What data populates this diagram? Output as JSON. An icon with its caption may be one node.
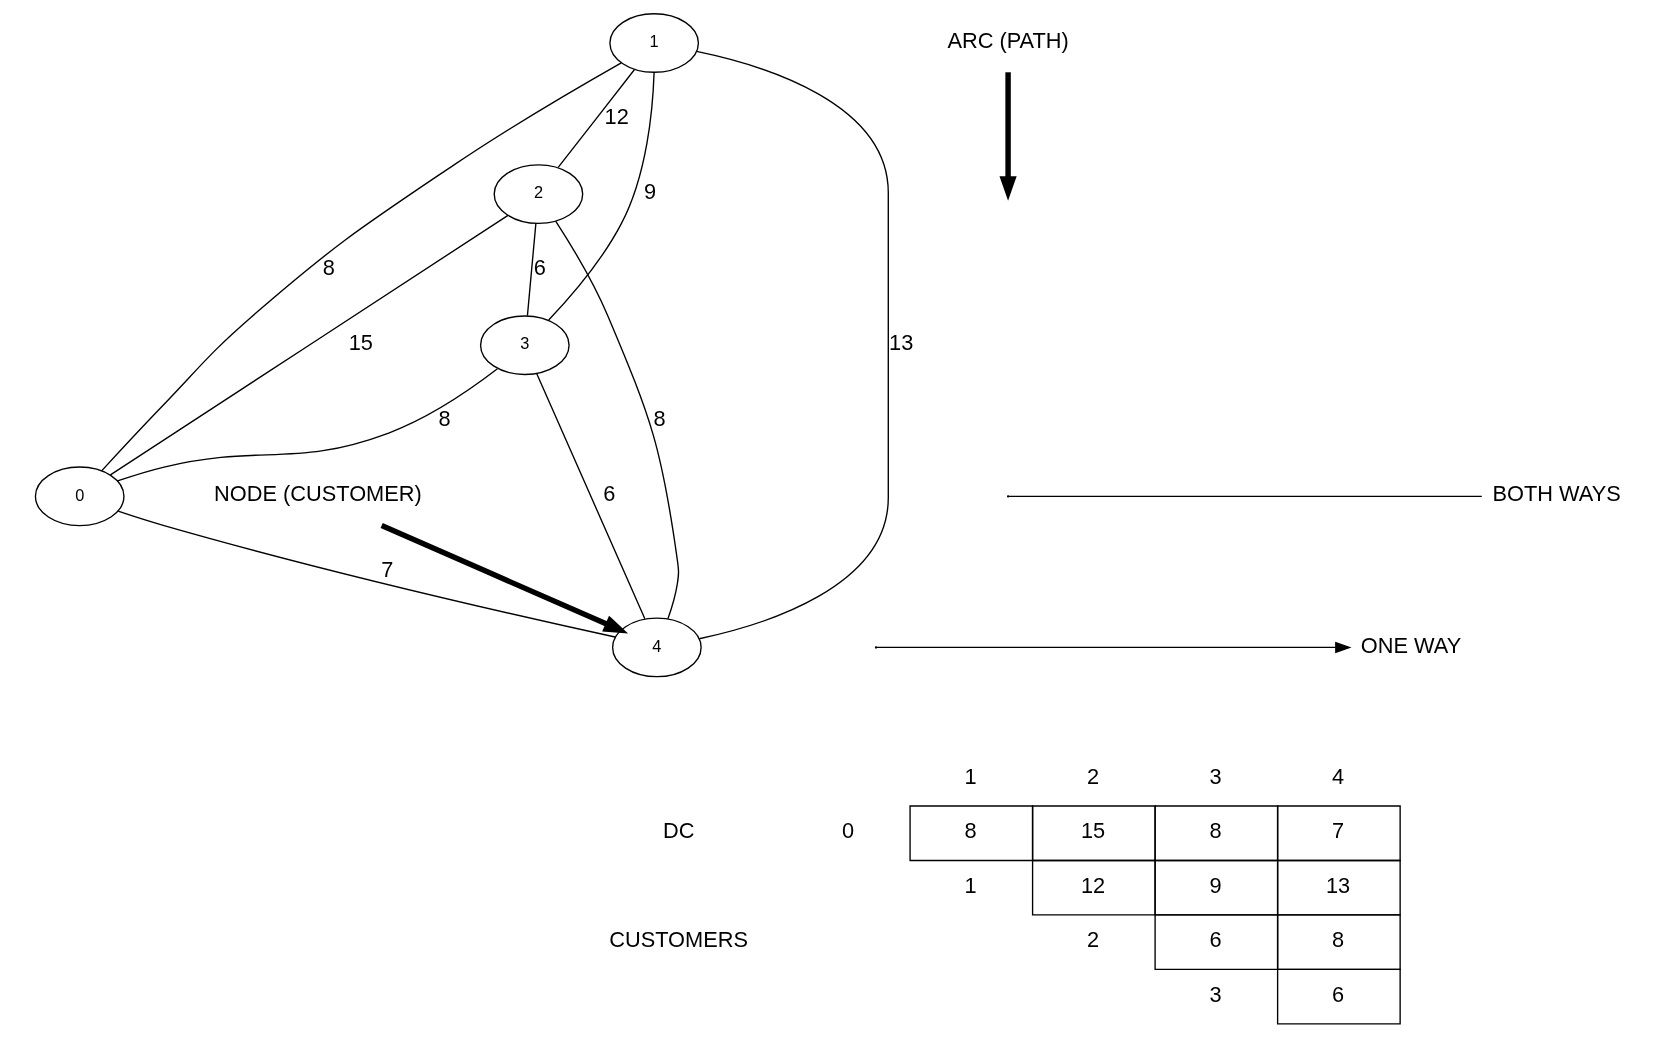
{
  "diagram": {
    "nodes": [
      {
        "text": [
          "2"
        ]
      },
      {
        "text": [
          "ARC (PATH)"
        ]
      },
      {
        "text": [
          "3"
        ]
      },
      {
        "text": [
          "1"
        ]
      },
      {
        "text": [
          "0"
        ]
      },
      {
        "text": [
          "4"
        ]
      },
      {
        "text": [
          "NODE (CUSTOMER)"
        ]
      }
    ],
    "edges": [
      {
        "from": 3,
        "to": 0,
        "arrow": "none",
        "label": "12"
      },
      {
        "from": 0,
        "to": 2,
        "arrow": "none",
        "label": "6"
      },
      {
        "from": 3,
        "to": 2,
        "arrow": "none",
        "label": "9"
      },
      {
        "from": 0,
        "to": 4,
        "arrow": "none",
        "label": "15"
      },
      {
        "from": 3,
        "to": 4,
        "arrow": "none",
        "label": "8"
      },
      {
        "from": 2,
        "to": 4,
        "arrow": "none",
        "label": "8"
      },
      {
        "from": 2,
        "to": 5,
        "arrow": "none",
        "label": "6"
      },
      {
        "from": 4,
        "to": 5,
        "arrow": "none",
        "label": "7"
      },
      {
        "from": 0,
        "to": 5,
        "arrow": "none",
        "label": "8"
      },
      {
        "from": 3,
        "to": 5,
        "arrow": "none",
        "label": "13"
      },
      {
        "from": 1,
        "to": null,
        "arrow": "to",
        "style": "thick"
      },
      {
        "from": 6,
        "to": 5,
        "arrow": "to",
        "style": "thick"
      }
    ],
    "labels": [
      "1",
      "2",
      "3",
      "4",
      "DC",
      "0",
      "8",
      "15",
      "8",
      "7",
      "1",
      "12",
      "9",
      "13",
      "CUSTOMERS",
      "2",
      "6",
      "8",
      "3",
      "6"
    ],
    "legend": [
      {
        "text": "BOTH WAYS"
      },
      {
        "text": "ONE WAY"
      }
    ]
  }
}
